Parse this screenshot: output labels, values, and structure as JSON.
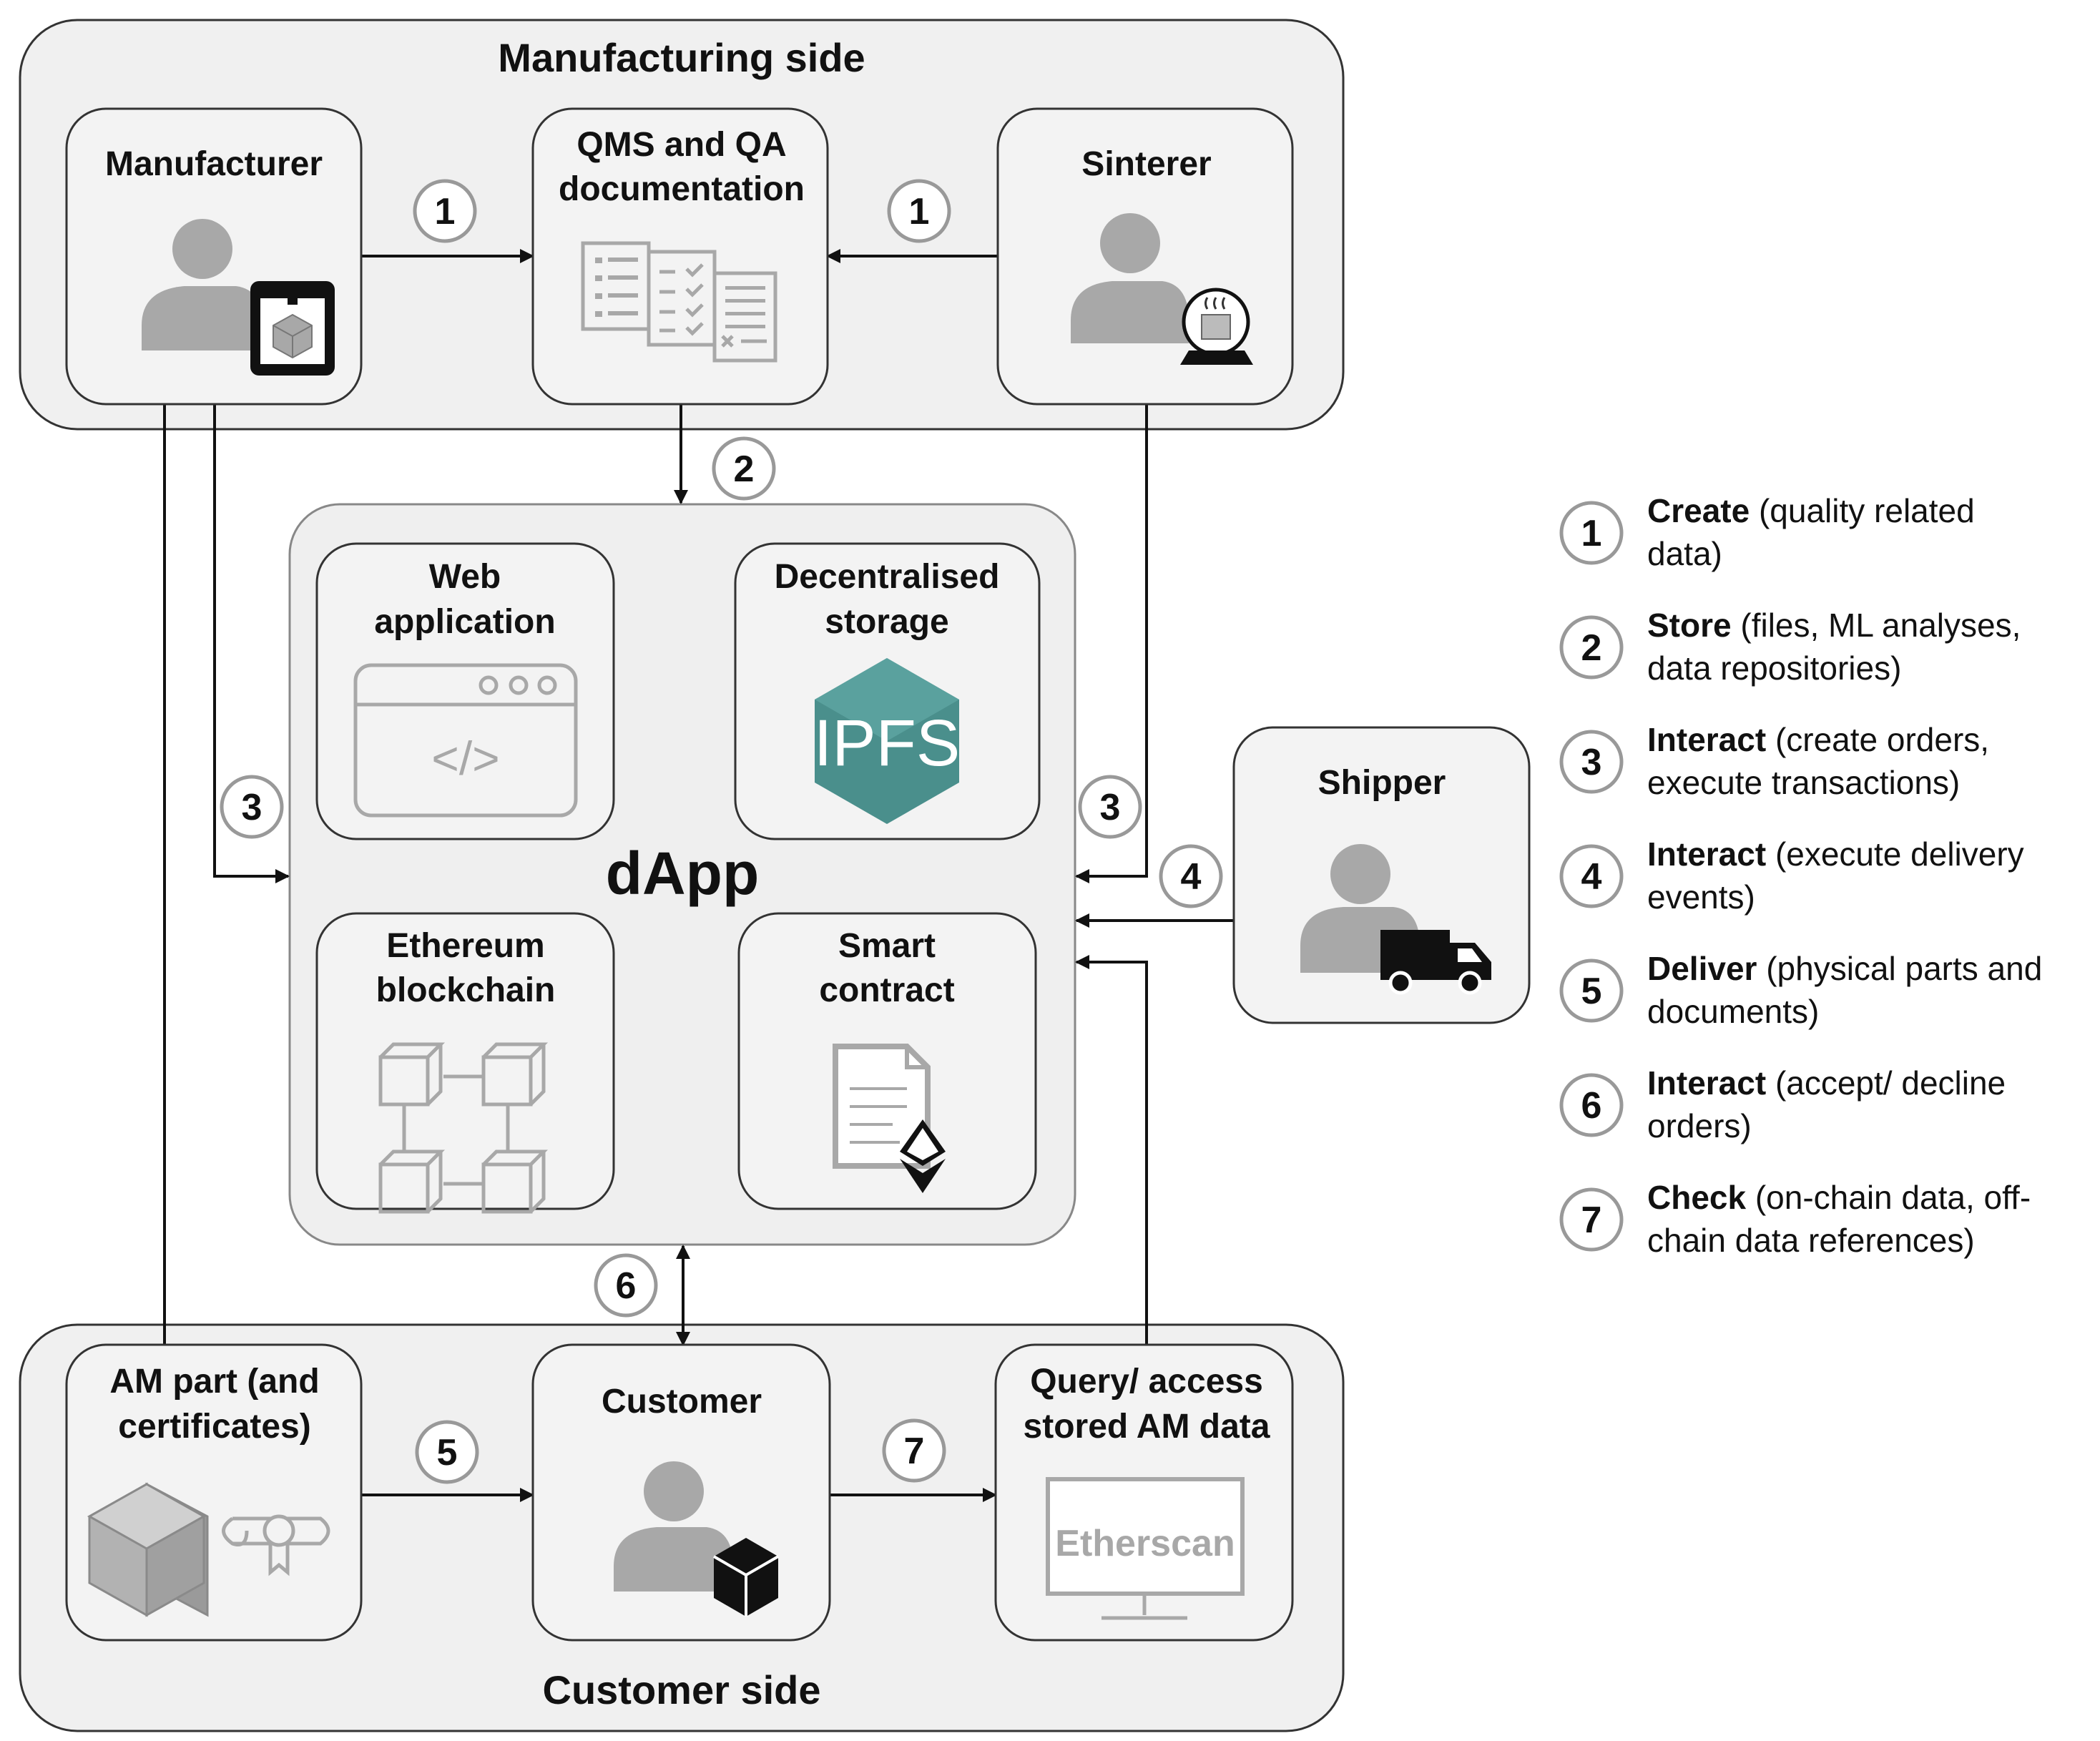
{
  "regions": {
    "manufacturing": "Manufacturing side",
    "customer": "Customer side"
  },
  "nodes": {
    "manufacturer": "Manufacturer",
    "qms_line1": "QMS and QA",
    "qms_line2": "documentation",
    "sinterer": "Sinterer",
    "shipper": "Shipper",
    "dapp": "dApp",
    "webapp_line1": "Web",
    "webapp_line2": "application",
    "webapp_code": "</>",
    "storage_line1": "Decentralised",
    "storage_line2": "storage",
    "ipfs": "IPFS",
    "ethereum_line1": "Ethereum",
    "ethereum_line2": "blockchain",
    "smart_line1": "Smart",
    "smart_line2": "contract",
    "ampart_line1": "AM part (and",
    "ampart_line2": "certificates)",
    "customer": "Customer",
    "query_line1": "Query/ access",
    "query_line2": "stored AM data",
    "etherscan": "Etherscan"
  },
  "edge_labels": [
    "1",
    "1",
    "2",
    "3",
    "3",
    "4",
    "6",
    "5",
    "7"
  ],
  "legend": [
    {
      "num": "1",
      "verb": "Create",
      "line1": " (quality related",
      "line2": "data)"
    },
    {
      "num": "2",
      "verb": "Store",
      "line1": " (files, ML analyses,",
      "line2": "data repositories)"
    },
    {
      "num": "3",
      "verb": "Interact",
      "line1": " (create orders,",
      "line2": "execute transactions)"
    },
    {
      "num": "4",
      "verb": "Interact",
      "line1": " (execute delivery",
      "line2": "events)"
    },
    {
      "num": "5",
      "verb": "Deliver",
      "line1": " (physical parts and",
      "line2": "documents)"
    },
    {
      "num": "6",
      "verb": "Interact",
      "line1": " (accept/ decline",
      "line2": "orders)"
    },
    {
      "num": "7",
      "verb": "Check",
      "line1": " (on-chain data, off-",
      "line2": "chain data references)"
    }
  ],
  "colors": {
    "ipfs": "#4a8f8c",
    "icon_gray": "#a8a8a8",
    "border": "#333333"
  }
}
